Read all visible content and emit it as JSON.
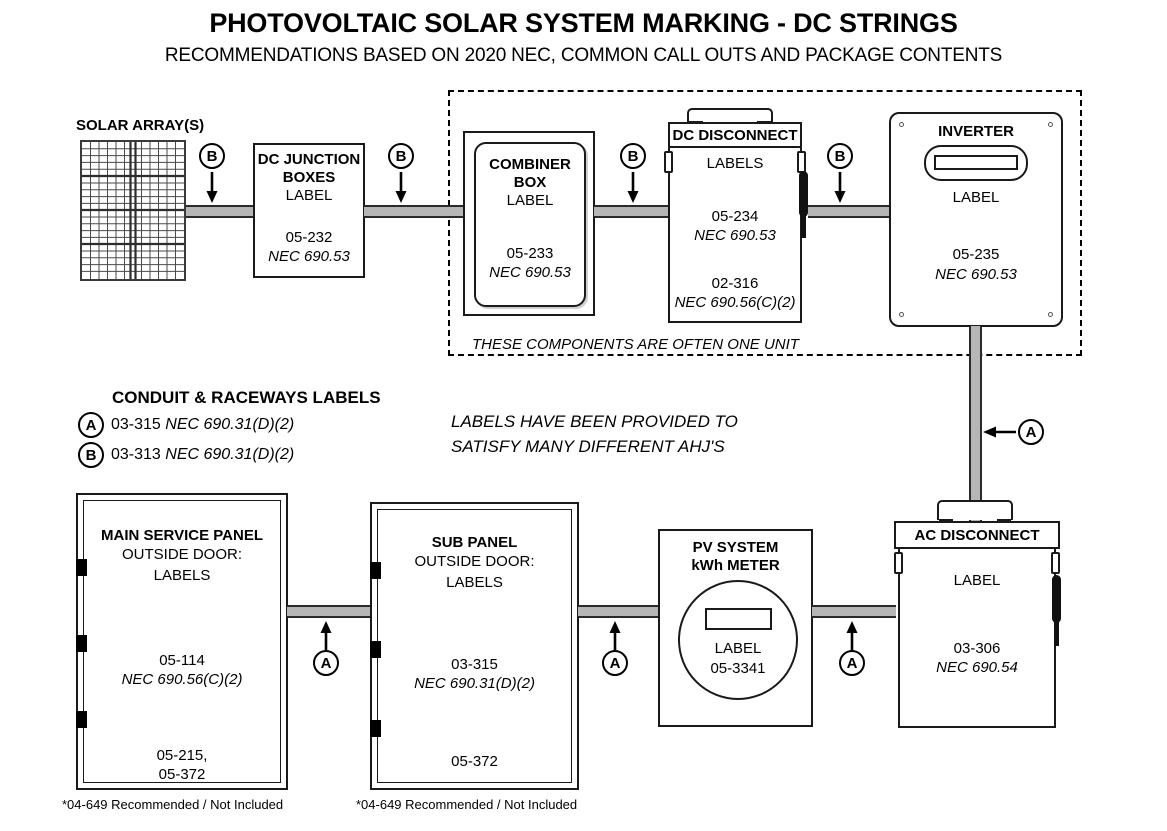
{
  "header": {
    "title": "PHOTOVOLTAIC SOLAR SYSTEM MARKING - DC STRINGS",
    "subtitle": "RECOMMENDATIONS BASED ON 2020 NEC, COMMON CALL OUTS AND PACKAGE CONTENTS"
  },
  "group_box": {
    "caption": "THESE COMPONENTS ARE OFTEN ONE UNIT"
  },
  "note": {
    "line1": "LABELS HAVE BEEN PROVIDED TO",
    "line2": "SATISFY MANY DIFFERENT AHJ'S"
  },
  "legend": {
    "title": "CONDUIT & RACEWAYS LABELS",
    "items": [
      {
        "marker": "A",
        "code": "03-315",
        "nec": "NEC 690.31(D)(2)"
      },
      {
        "marker": "B",
        "code": "03-313",
        "nec": "NEC 690.31(D)(2)"
      }
    ]
  },
  "components": {
    "solar_array": {
      "label": "SOLAR ARRAY(S)"
    },
    "dc_junction": {
      "title_line1": "DC JUNCTION",
      "title_line2": "BOXES",
      "sub": "LABEL",
      "code": "05-232",
      "nec": "NEC 690.53"
    },
    "combiner": {
      "title_line1": "COMBINER",
      "title_line2": "BOX",
      "sub": "LABEL",
      "code": "05-233",
      "nec": "NEC 690.53"
    },
    "dc_disconnect": {
      "title": "DC DISCONNECT",
      "sub": "LABELS",
      "code1": "05-234",
      "nec1": "NEC 690.53",
      "code2": "02-316",
      "nec2": "NEC 690.56(C)(2)"
    },
    "inverter": {
      "title": "INVERTER",
      "sub": "LABEL",
      "code": "05-235",
      "nec": "NEC 690.53"
    },
    "main_service_panel": {
      "title": "MAIN SERVICE PANEL",
      "sub1": "OUTSIDE DOOR:",
      "sub2": "LABELS",
      "code1": "05-114",
      "nec1": "NEC 690.56(C)(2)",
      "code2": "05-215,",
      "code3": "05-372",
      "footnote": "*04-649 Recommended / Not Included"
    },
    "sub_panel": {
      "title": "SUB PANEL",
      "sub1": "OUTSIDE DOOR:",
      "sub2": "LABELS",
      "code1": "03-315",
      "nec1": "NEC 690.31(D)(2)",
      "code2": "05-372",
      "footnote": "*04-649 Recommended / Not Included"
    },
    "kwh_meter": {
      "title_line1": "PV SYSTEM",
      "title_line2": "kWh METER",
      "sub": "LABEL",
      "code": "05-3341"
    },
    "ac_disconnect": {
      "title": "AC DISCONNECT",
      "sub": "LABEL",
      "code": "03-306",
      "nec": "NEC 690.54"
    }
  },
  "markers": {
    "b1": "B",
    "b2": "B",
    "b3": "B",
    "b4": "B",
    "a_vertical": "A",
    "a1": "A",
    "a2": "A",
    "a3": "A"
  },
  "colors": {
    "conduit_fill": "#b6b6b6",
    "line": "#1a1a1a",
    "background": "#ffffff"
  }
}
